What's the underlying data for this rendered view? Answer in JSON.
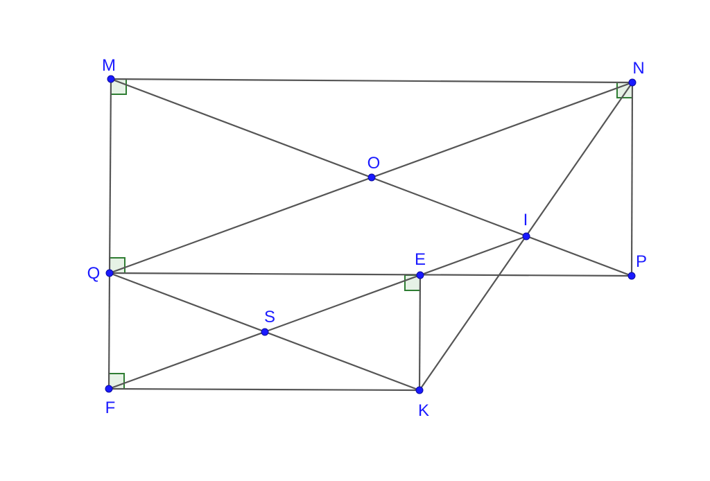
{
  "diagram": {
    "points": [
      {
        "id": "M",
        "label": "M"
      },
      {
        "id": "N",
        "label": "N"
      },
      {
        "id": "O",
        "label": "O"
      },
      {
        "id": "I",
        "label": "I"
      },
      {
        "id": "Q",
        "label": "Q"
      },
      {
        "id": "E",
        "label": "E"
      },
      {
        "id": "P",
        "label": "P"
      },
      {
        "id": "S",
        "label": "S"
      },
      {
        "id": "F",
        "label": "F"
      },
      {
        "id": "K",
        "label": "K"
      }
    ],
    "segments": [
      [
        "M",
        "N"
      ],
      [
        "M",
        "Q"
      ],
      [
        "N",
        "P"
      ],
      [
        "Q",
        "P"
      ],
      [
        "M",
        "P"
      ],
      [
        "N",
        "Q"
      ],
      [
        "Q",
        "F"
      ],
      [
        "F",
        "K"
      ],
      [
        "E",
        "K"
      ],
      [
        "Q",
        "K"
      ],
      [
        "F",
        "I"
      ],
      [
        "N",
        "K"
      ]
    ],
    "right_angles": [
      "M",
      "N",
      "Q",
      "E",
      "F"
    ],
    "colors": {
      "segment": "#555555",
      "point": "#1a1aff",
      "label": "#1a1aff",
      "right_angle_stroke": "#2e7d32",
      "right_angle_fill": "#e6f2e6"
    }
  }
}
